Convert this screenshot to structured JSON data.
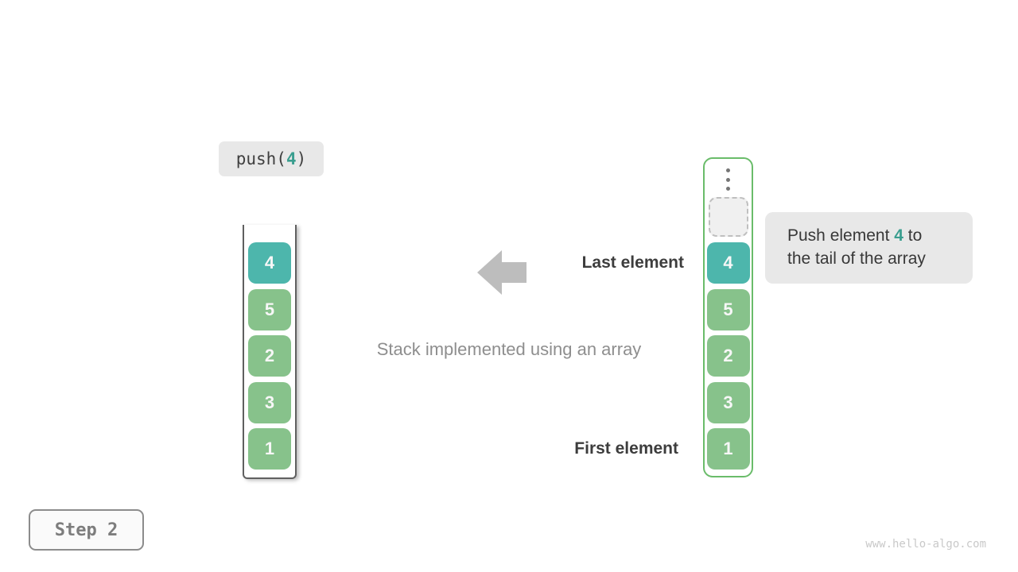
{
  "push_label": {
    "prefix": "push(",
    "value": "4",
    "suffix": ")"
  },
  "stacks": {
    "left": {
      "values": [
        "4",
        "5",
        "2",
        "3",
        "1"
      ]
    },
    "right": {
      "values": [
        "4",
        "5",
        "2",
        "3",
        "1"
      ]
    }
  },
  "annotations": {
    "last_element": "Last element",
    "first_element": "First element",
    "caption": "Stack implemented using an array"
  },
  "callout": {
    "before": "Push element ",
    "value": "4",
    "after": " to",
    "line2": "the tail of the array"
  },
  "step_badge": "Step 2",
  "watermark": "www.hello-algo.com",
  "colors": {
    "teal": "#4db6ac",
    "green": "#87c28b",
    "green_border": "#6abc6a",
    "accent_text": "#3a9e8f",
    "bubble_gray": "#e8e8e8",
    "arrow_gray": "#bdbdbd"
  }
}
